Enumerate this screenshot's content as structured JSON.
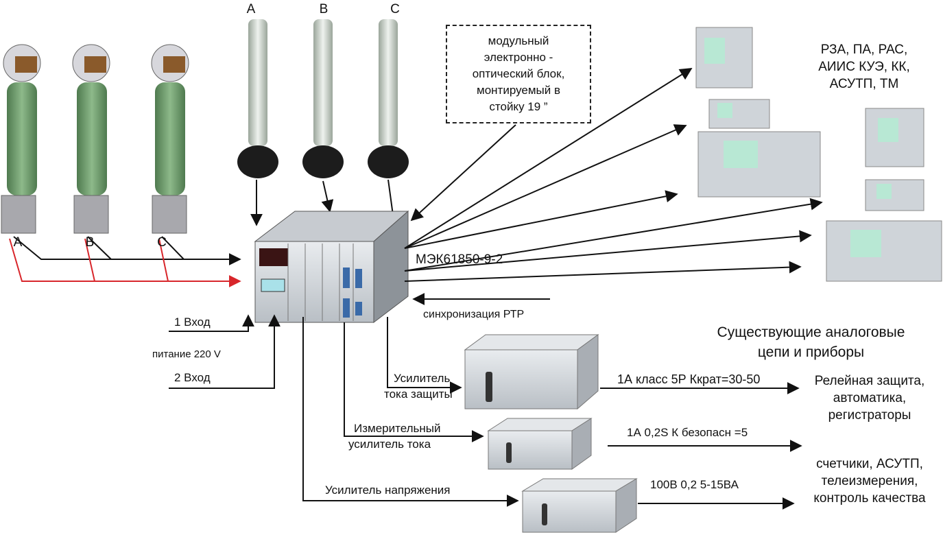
{
  "phases": {
    "top": [
      "A",
      "B",
      "C"
    ],
    "bottom": [
      "A",
      "B",
      "C"
    ]
  },
  "callout_lines": [
    "модульный",
    "электронно -",
    "оптический блок,",
    "монтируемый в",
    "стойку 19 ”"
  ],
  "protocol": "МЭК61850-9-2",
  "sync": "синхронизация РТР",
  "inputs": {
    "input1": "1 Вход",
    "power": "питание 220 V",
    "input2": "2 Вход"
  },
  "devices_label_lines": [
    "РЗА, ПА, РАС,",
    "АИИС КУЭ, КК,",
    "АСУТП, ТМ"
  ],
  "existing_heading_lines": [
    "Существующие аналоговые",
    "цепи и приборы"
  ],
  "amplifiers": {
    "protection_lines": [
      "Усилитель",
      "тока защиты"
    ],
    "measuring_lines": [
      "Измерительный",
      "усилитель тока"
    ],
    "voltage": "Усилитель напряжения"
  },
  "specs": {
    "protection": "1А класс  5Р Ккрат=30-50",
    "measuring": "1А 0,2S К безопасн =5",
    "voltage": "100В  0,2  5-15ВА"
  },
  "consumers": {
    "relay_lines": [
      "Релейная защита,",
      "автоматика,",
      "регистраторы"
    ],
    "meters_lines": [
      "счетчики, АСУТП,",
      "телеизмерения,",
      "контроль качества"
    ]
  },
  "colors": {
    "insulator_green": "#6f9a6c",
    "bushing_white": "#dfe5de",
    "wire_black": "#111111",
    "wire_red": "#d8262b",
    "cabinet_gray": "#9aa0a6"
  }
}
